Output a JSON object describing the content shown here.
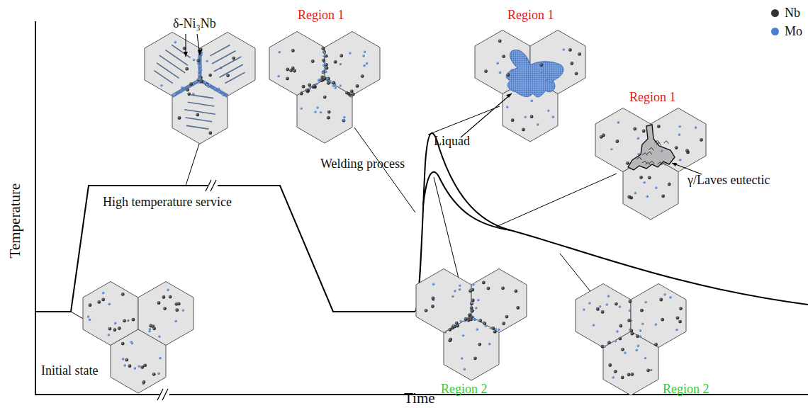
{
  "diagram": {
    "labels": [
      "Temperature",
      "Time",
      "Initial state",
      "High temperature service",
      "δ-Ni₃Nb",
      "Welding process",
      "Region 1",
      "Region 1",
      "Region 1",
      "Liquad",
      "γ/Laves eutectic",
      "Region 2",
      "Region 2"
    ],
    "legend": [
      {
        "text": "Nb",
        "color": "#333333"
      },
      {
        "text": "Mo",
        "color": "#4a7fd0"
      }
    ]
  }
}
